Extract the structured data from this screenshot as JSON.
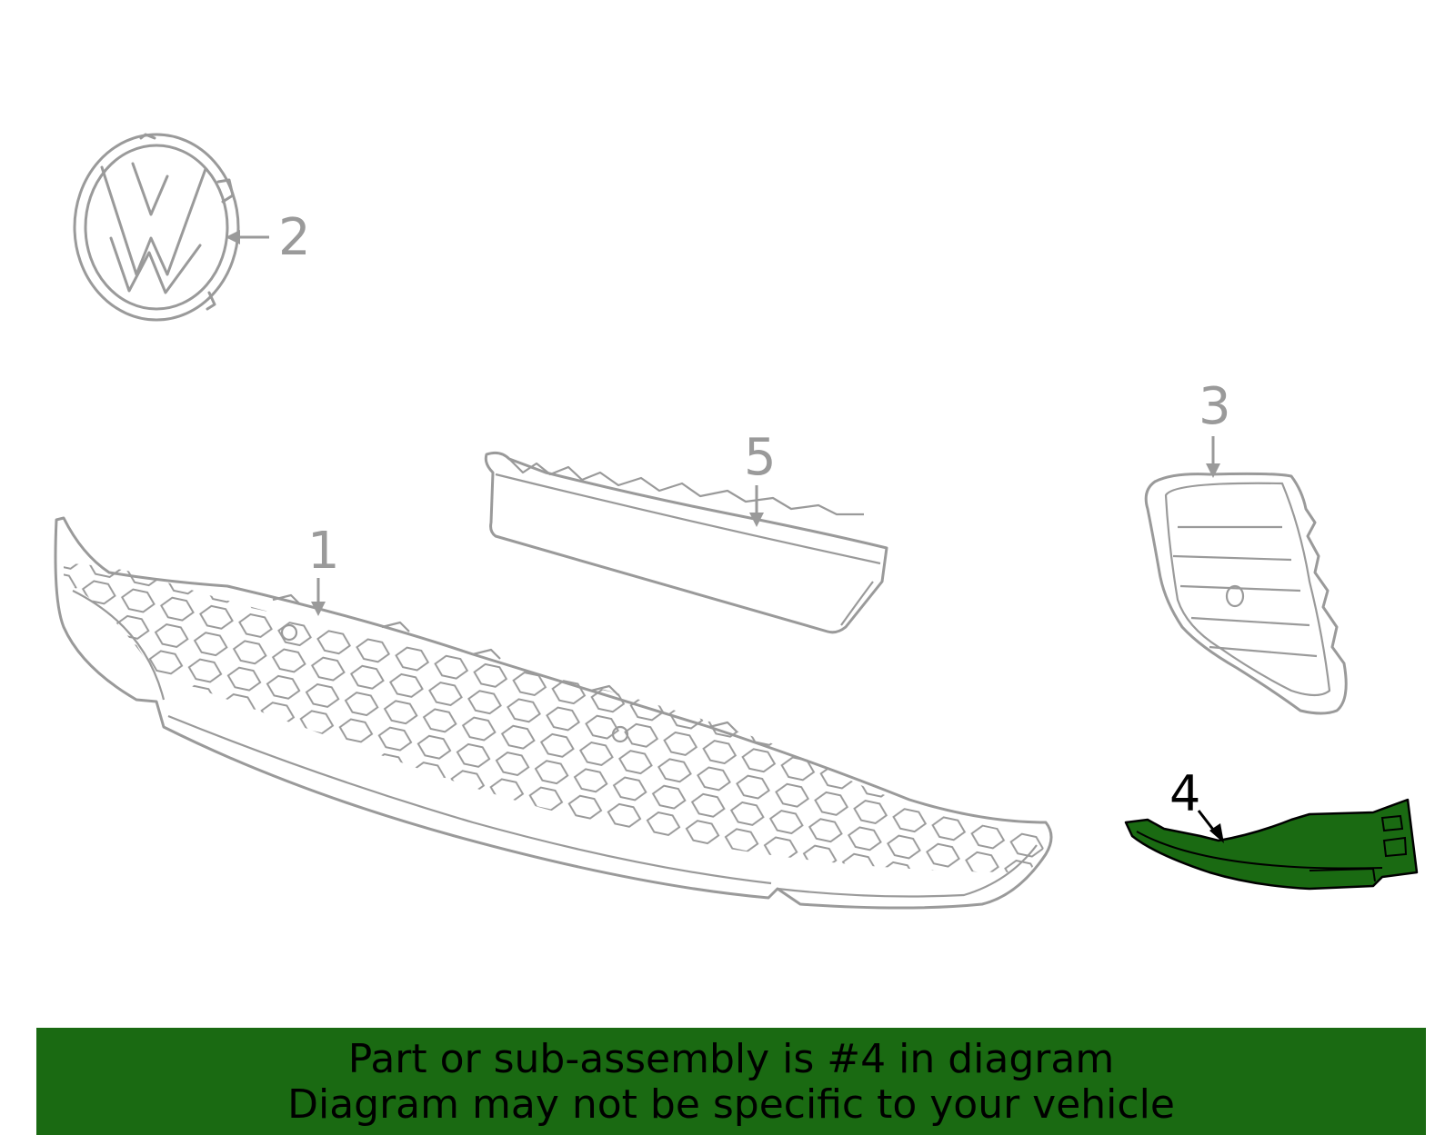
{
  "callouts": [
    {
      "label": "1",
      "part": "lower grille"
    },
    {
      "label": "2",
      "part": "emblem"
    },
    {
      "label": "3",
      "part": "fog lamp bezel"
    },
    {
      "label": "4",
      "part": "bracket (highlighted)"
    },
    {
      "label": "5",
      "part": "upper grille molding"
    }
  ],
  "banner": {
    "line1": "Part or sub-assembly is #4 in diagram",
    "line2": "Diagram may not be specific to your vehicle"
  },
  "colors": {
    "outline": "#9a9a9a",
    "highlight": "#1a6a12",
    "banner_bg": "#1a6a12",
    "text": "#000000"
  }
}
